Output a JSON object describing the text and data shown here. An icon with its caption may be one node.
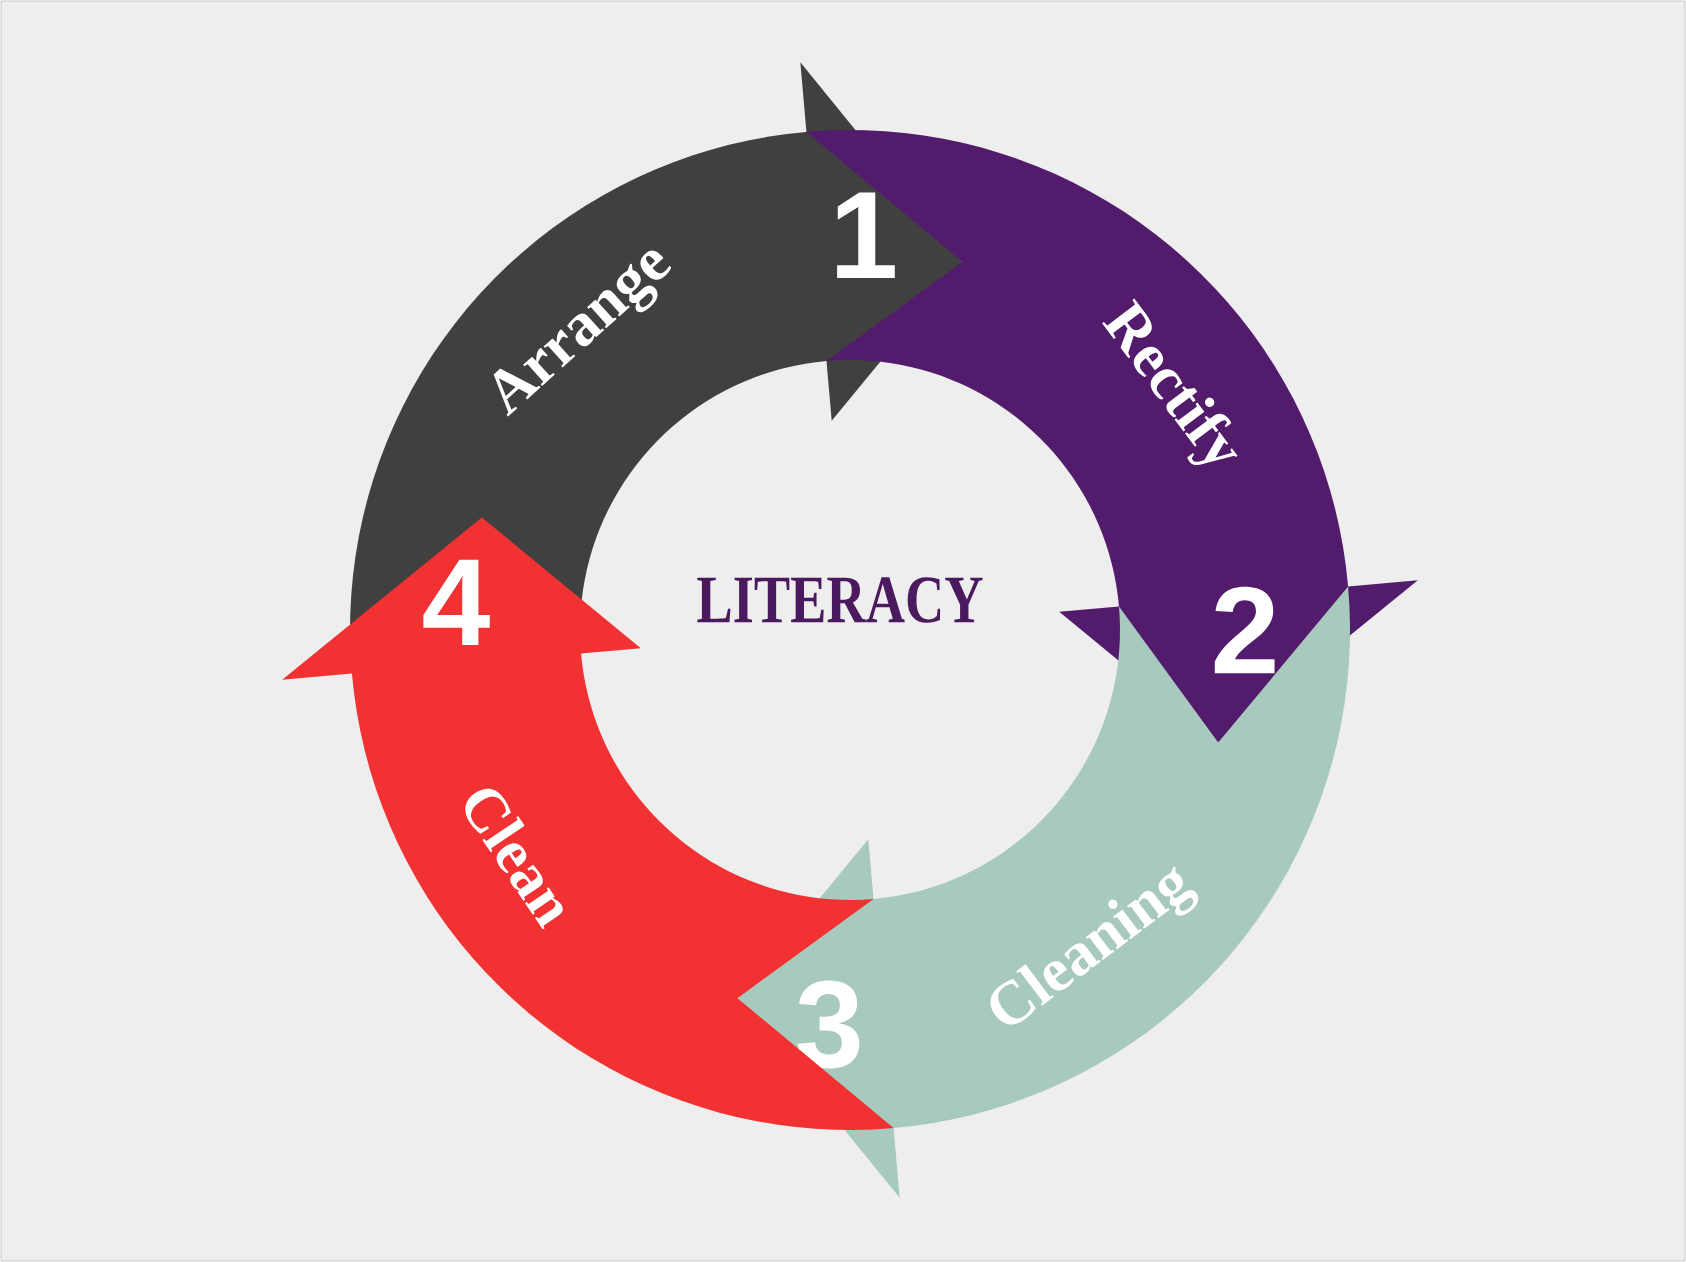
{
  "diagram": {
    "nodes": [
      {
        "text": [
          "Arrange",
          "1"
        ]
      },
      {
        "text": [
          "Rectify",
          "2"
        ]
      },
      {
        "text": [
          "Cleaning",
          "3"
        ]
      },
      {
        "text": [
          "Clean",
          "4"
        ]
      }
    ],
    "labels": [
      "LITERACY"
    ]
  }
}
